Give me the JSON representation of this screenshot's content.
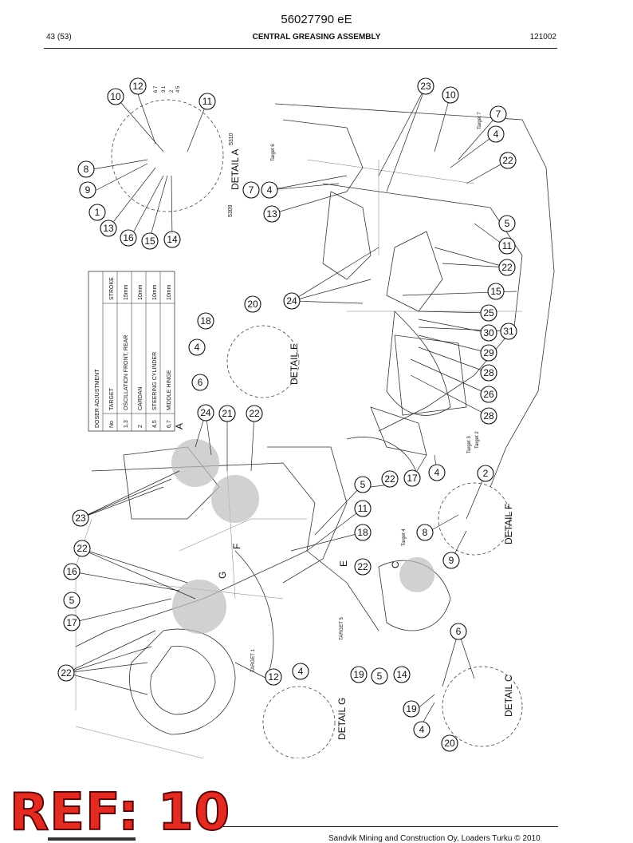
{
  "header": {
    "doc_number": "56027790 eE",
    "page": "43 (53)",
    "title": "CENTRAL GREASING ASSEMBLY",
    "code": "121002"
  },
  "table": {
    "title": "DOSER ADJUSTMENT",
    "headers": [
      "No",
      "TARGET",
      "STROKE"
    ],
    "rows": [
      [
        "1,3",
        "OSCILLATION FRONT, REAR",
        "15mm"
      ],
      [
        "2",
        "CARDAN",
        "10mm"
      ],
      [
        "4,5",
        "STEERING CYLINDER",
        "10mm"
      ],
      [
        "6,7",
        "MIDDLE HINGE",
        "10mm"
      ]
    ]
  },
  "details": {
    "a": "DETAIL A",
    "e": "DETAIL E",
    "f": "DETAIL F",
    "c": "DETAIL C",
    "g": "DETAIL G"
  },
  "letters": {
    "a": "A",
    "f": "F",
    "g": "G",
    "e": "E",
    "c": "C"
  },
  "small_labels": {
    "s310": "5310",
    "s309": "5309",
    "target1": "TARGET 1",
    "target5": "TARGET 5",
    "target6": "Target 6",
    "target7": "Target 7",
    "target4": "Target 4",
    "target2": "Target 2",
    "target3": "Target 3",
    "m67": "6 7",
    "m31": "3 1",
    "m2": "2",
    "m45": "4 5"
  },
  "callouts": [
    "12",
    "10",
    "11",
    "8",
    "9",
    "1",
    "13",
    "16",
    "15",
    "14",
    "7",
    "4",
    "13",
    "23",
    "10",
    "7",
    "4",
    "22",
    "5",
    "11",
    "22",
    "15",
    "25",
    "30",
    "31",
    "29",
    "28",
    "26",
    "28",
    "24",
    "20",
    "18",
    "4",
    "6",
    "24",
    "21",
    "22",
    "23",
    "22",
    "16",
    "5",
    "17",
    "22",
    "22",
    "17",
    "4",
    "5",
    "11",
    "18",
    "22",
    "2",
    "8",
    "9",
    "19",
    "5",
    "14",
    "6",
    "19",
    "4",
    "20",
    "12",
    "4"
  ],
  "footer": {
    "stamp": "REF: 10",
    "copyright": "Sandvik Mining and Construction Oy, Loaders Turku © 2010"
  }
}
